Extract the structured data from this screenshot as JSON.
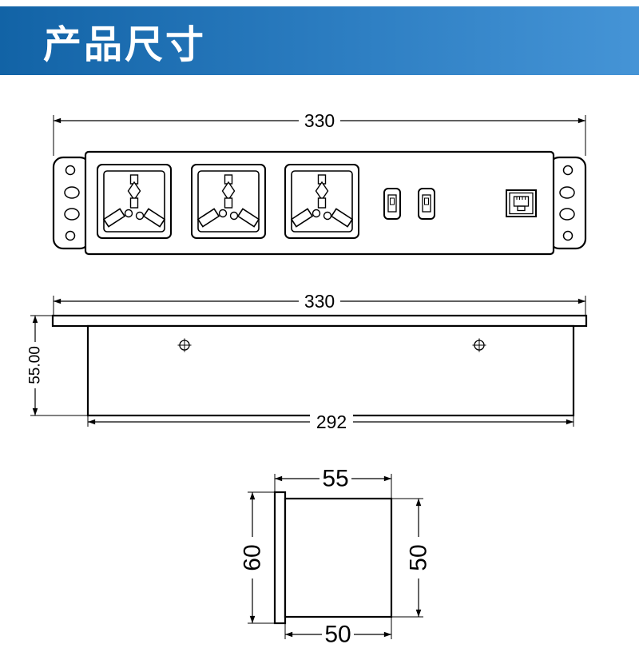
{
  "header": {
    "title": "产品尺寸",
    "banner_gradient_left": "#1263a6",
    "banner_gradient_right": "#4594d6",
    "text_color": "#ffffff"
  },
  "drawing": {
    "line_color": "#000000",
    "background": "#ffffff",
    "top_view": {
      "overall_width": "330",
      "features": [
        "universal-socket",
        "universal-socket",
        "universal-socket",
        "usb-port",
        "usb-port",
        "lan-port"
      ]
    },
    "side_view": {
      "overall_width": "330",
      "height": "55.00",
      "cutout_width": "292"
    },
    "section_view": {
      "outer_width": "55",
      "flange_height": "60",
      "body_height": "50",
      "body_width": "50"
    }
  }
}
